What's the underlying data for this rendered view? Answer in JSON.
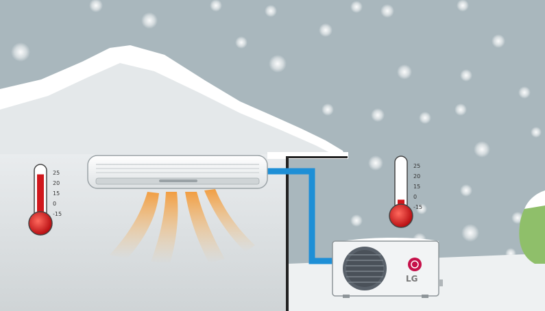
{
  "scene": {
    "colors": {
      "sky": "#a9b7bd",
      "snow": "#ffffff",
      "mountain_shade": "#dfe3e6",
      "wall": "#d5d9db",
      "pipe": "#1e8fd6",
      "thermo_red": "#d0171c",
      "heat_warm": "#f5a64a",
      "bush": "#8fbf6a"
    },
    "indoor_thermometer": {
      "ticks": [
        "25",
        "20",
        "15",
        "0",
        "-15"
      ],
      "level": 0.85
    },
    "outdoor_thermometer": {
      "ticks": [
        "25",
        "20",
        "15",
        "0",
        "-15"
      ],
      "level": 0.15
    },
    "indoor_unit": {
      "icon": "air-conditioner-icon"
    },
    "outdoor_unit": {
      "brand": "LG",
      "icon": "condenser-fan-icon"
    }
  }
}
